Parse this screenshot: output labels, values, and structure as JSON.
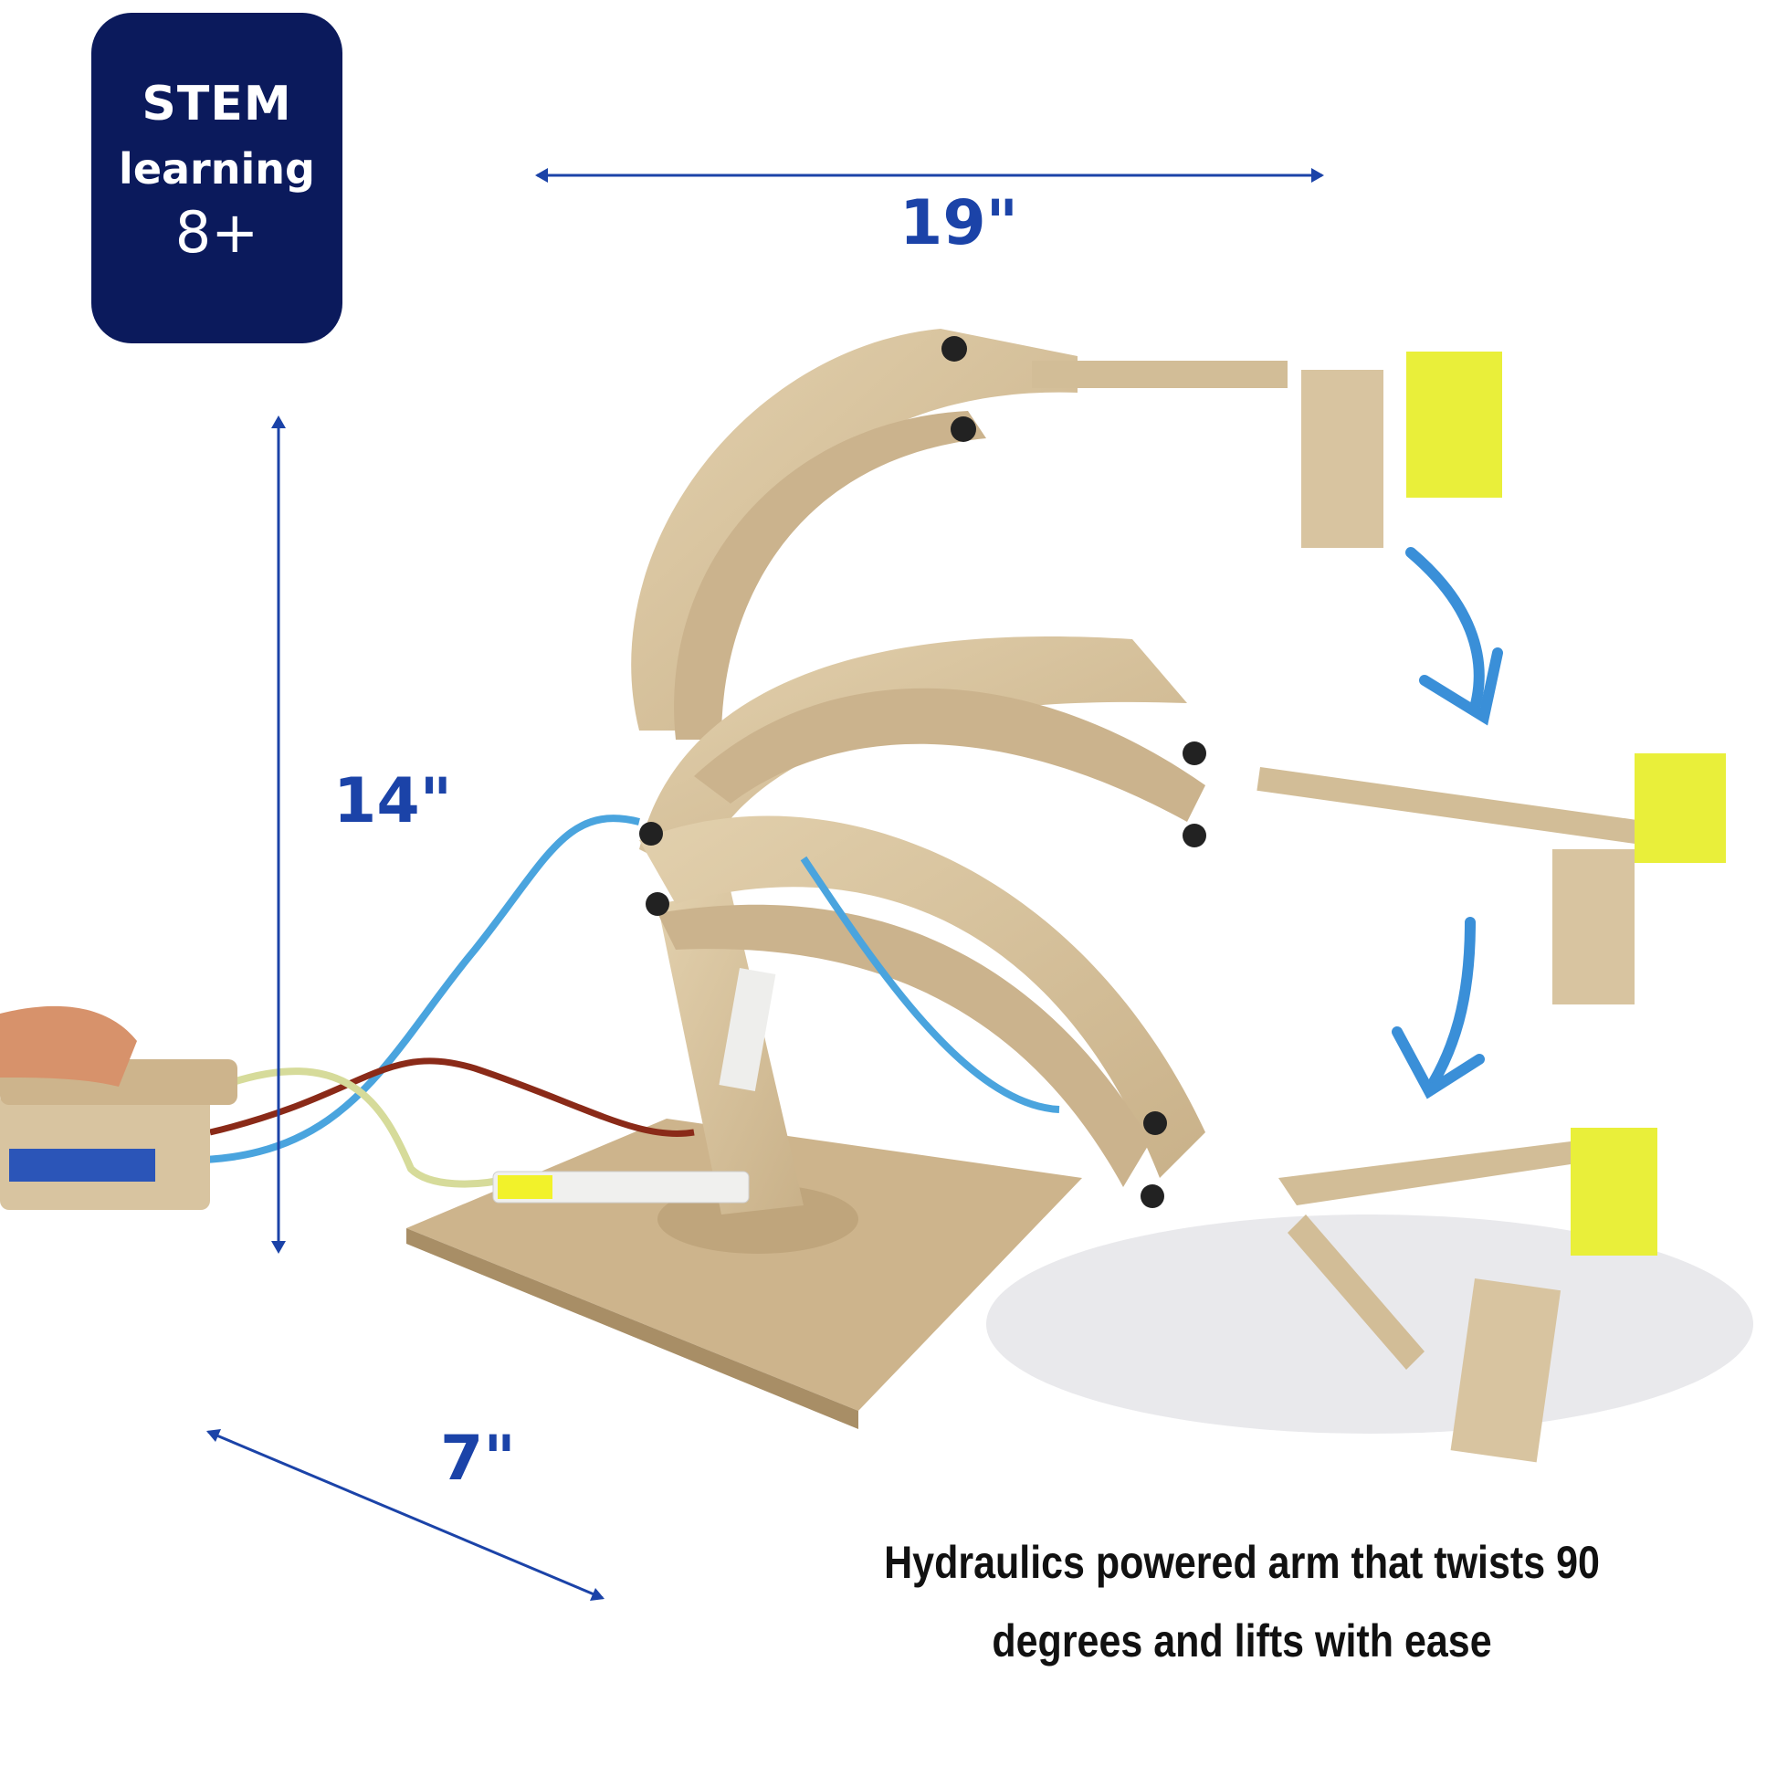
{
  "badge": {
    "line1": "STEM",
    "line2": "learning",
    "line3": "8+"
  },
  "dimensions": {
    "width": "19\"",
    "height": "14\"",
    "depth": "7\""
  },
  "caption": {
    "line1": "Hydraulics powered arm that twists 90",
    "line2": "degrees and lifts with ease"
  },
  "colors": {
    "badge": "#0b1a5c",
    "dimension_text": "#1b43a8",
    "arrow": "#3a8fd8",
    "wood": "#d8c4a0",
    "pad": "#e9ef3a"
  }
}
